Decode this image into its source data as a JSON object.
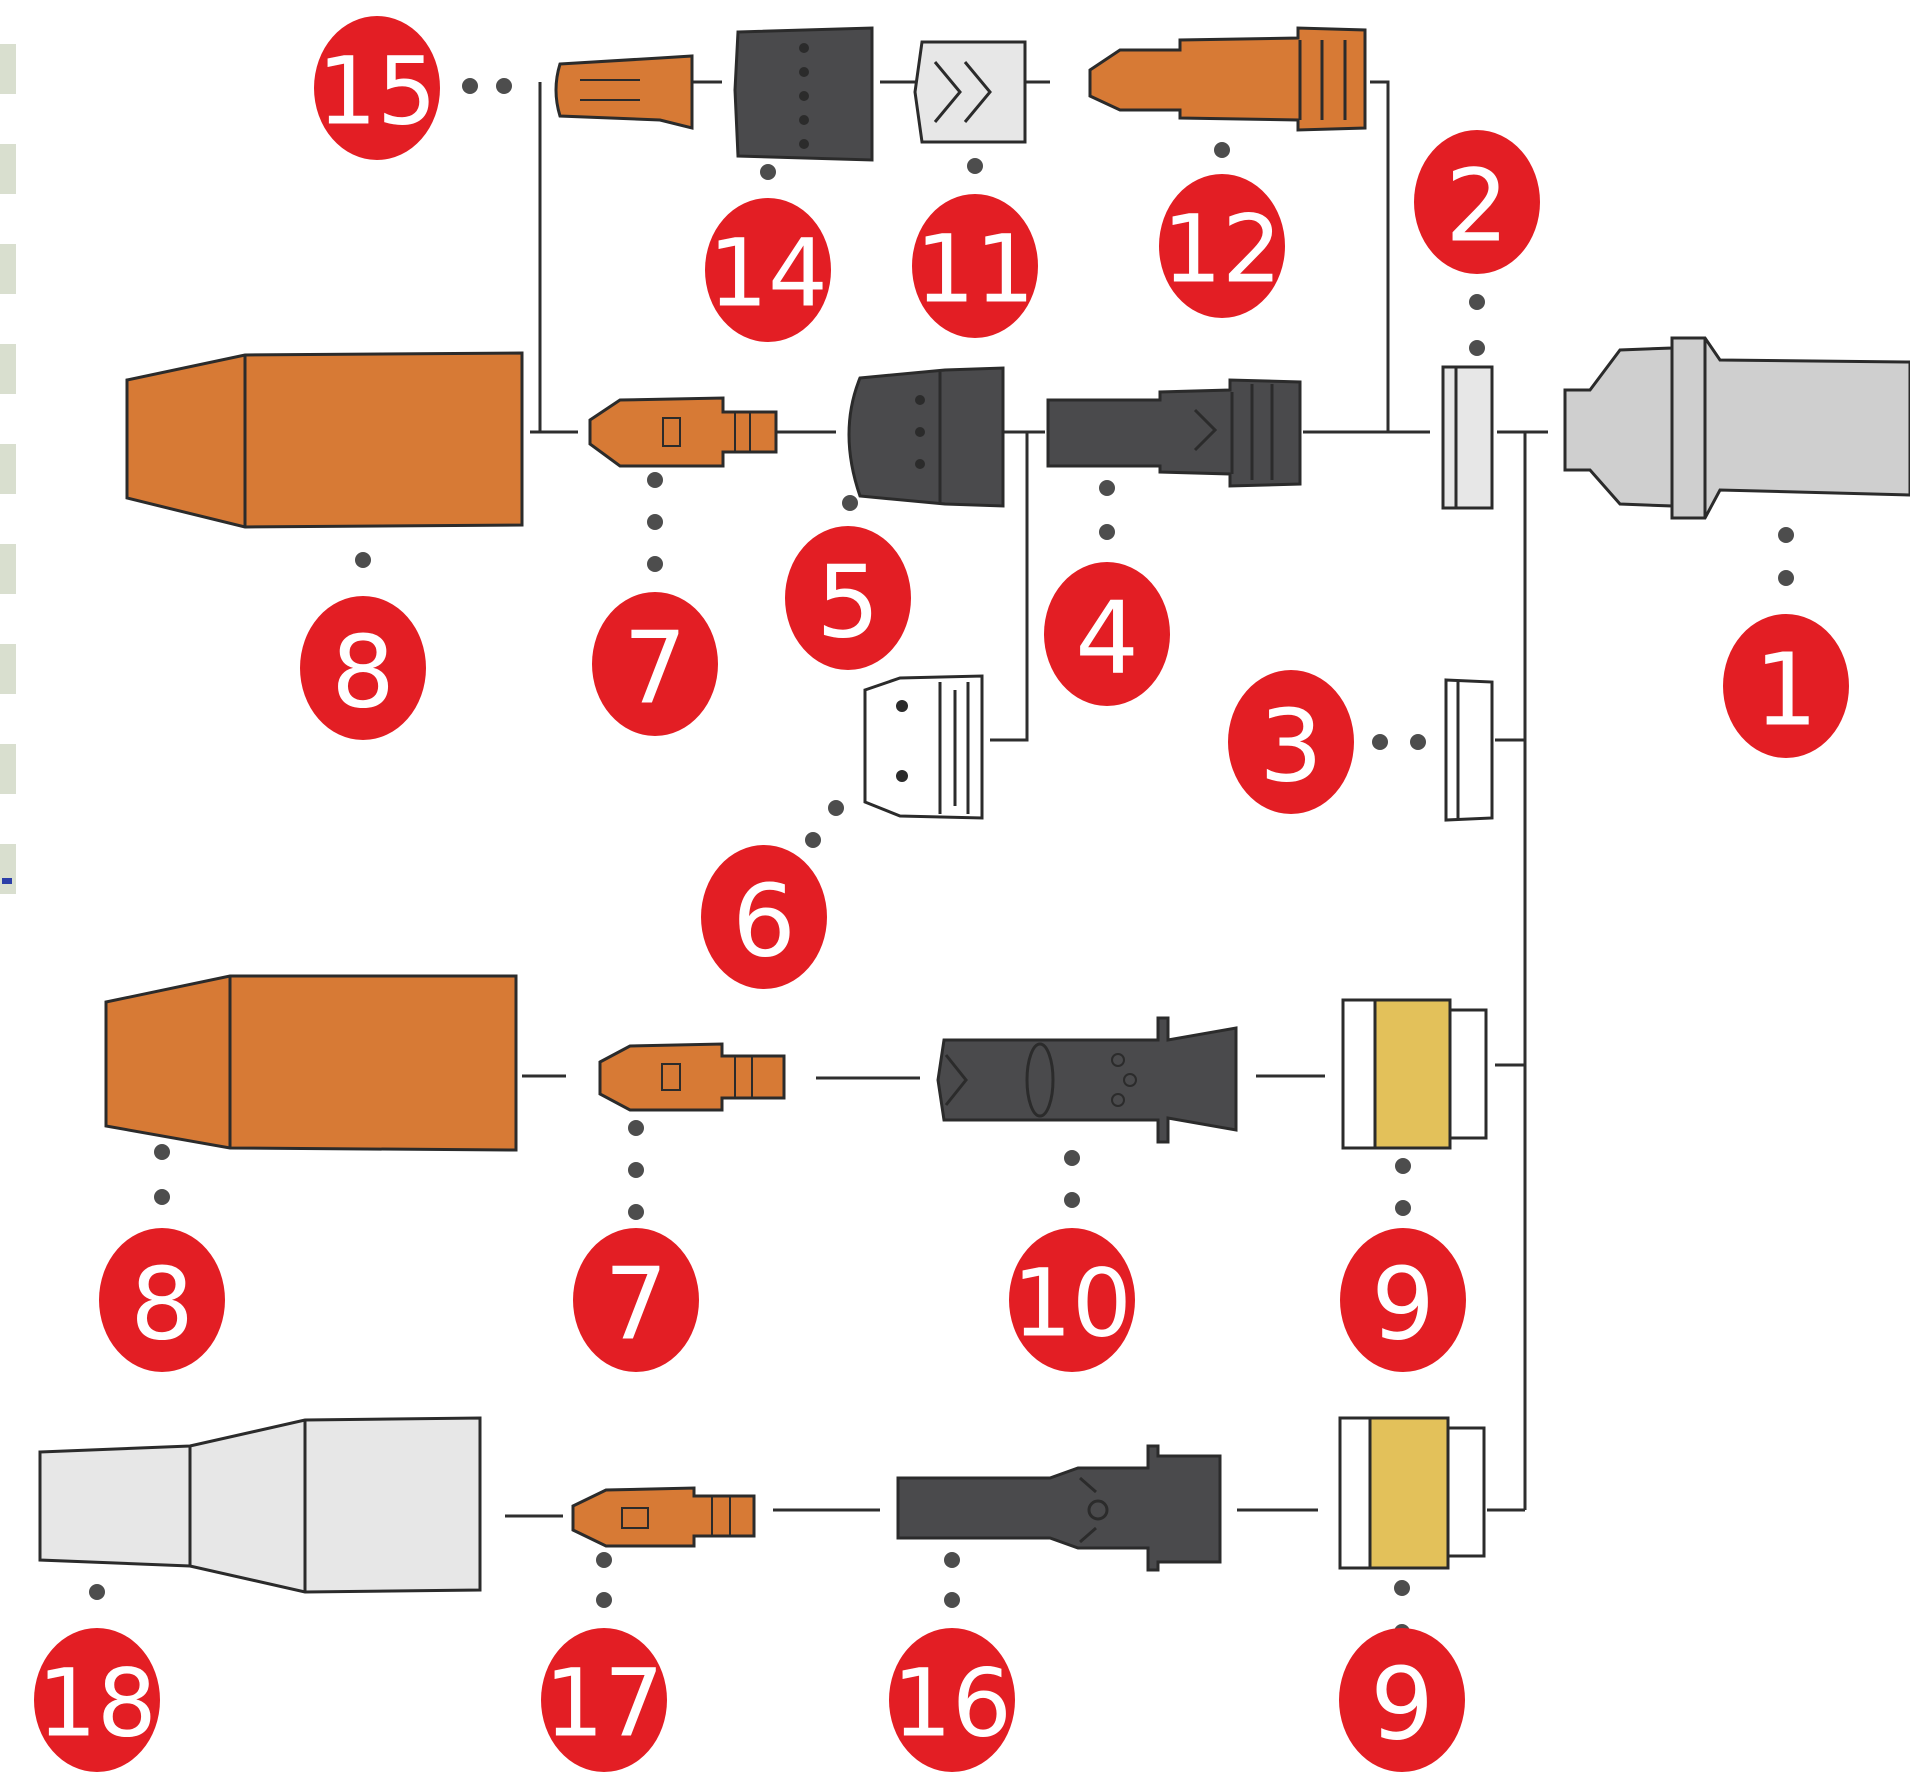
{
  "callouts": [
    {
      "id": "c15",
      "text": "15"
    },
    {
      "id": "c14",
      "text": "14"
    },
    {
      "id": "c11",
      "text": "11"
    },
    {
      "id": "c12",
      "text": "12"
    },
    {
      "id": "c2",
      "text": "2"
    },
    {
      "id": "c8a",
      "text": "8"
    },
    {
      "id": "c7a",
      "text": "7"
    },
    {
      "id": "c5",
      "text": "5"
    },
    {
      "id": "c4",
      "text": "4"
    },
    {
      "id": "c1",
      "text": "1"
    },
    {
      "id": "c3",
      "text": "3"
    },
    {
      "id": "c6",
      "text": "6"
    },
    {
      "id": "c8b",
      "text": "8"
    },
    {
      "id": "c7b",
      "text": "7"
    },
    {
      "id": "c10",
      "text": "10"
    },
    {
      "id": "c9a",
      "text": "9"
    },
    {
      "id": "c18",
      "text": "18"
    },
    {
      "id": "c17",
      "text": "17"
    },
    {
      "id": "c16",
      "text": "16"
    },
    {
      "id": "c9b",
      "text": "9"
    }
  ],
  "colors": {
    "callout_fill": "#e31e24",
    "callout_text": "#ffffff",
    "copper": "#d77a35",
    "dark_part": "#4a4a4c",
    "light_part": "#e7e7e7",
    "brass": "#e3c15a",
    "outline": "#2b2b2b",
    "connector": "#2e2e2e",
    "dot": "#4d4d4d",
    "side_tab": "#d9dfcf"
  }
}
